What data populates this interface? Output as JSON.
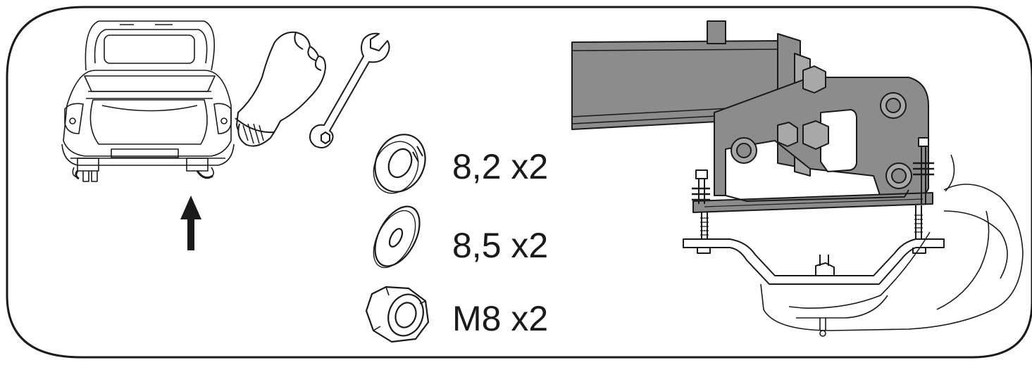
{
  "parts": [
    {
      "name": "spring-washer",
      "label": "8,2 x2"
    },
    {
      "name": "flat-washer",
      "label": "8,5 x2"
    },
    {
      "name": "hex-nut",
      "label": "M8 x2"
    }
  ],
  "colors": {
    "line": "#1a1a1a",
    "steel": "#8c8c8c",
    "steel_dark": "#6e6e6e",
    "steel_light": "#a8a8a8",
    "background": "#ffffff"
  },
  "icons": [
    "car-rear-view-icon",
    "glove-icon",
    "wrench-icon",
    "up-arrow-icon"
  ]
}
